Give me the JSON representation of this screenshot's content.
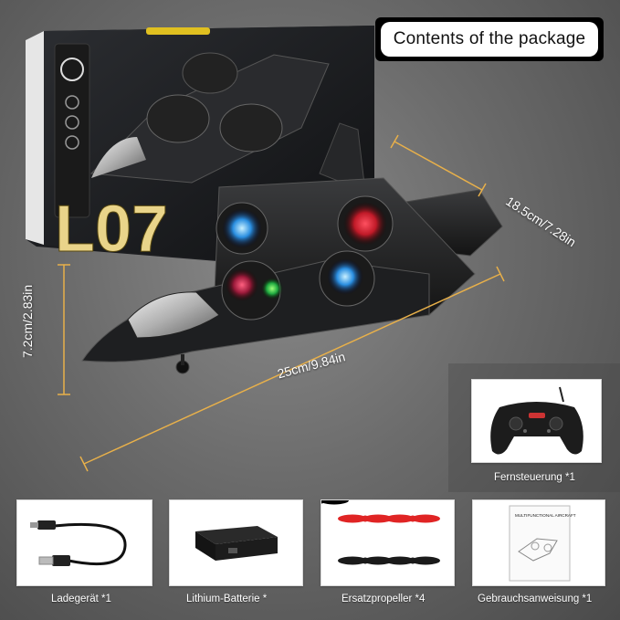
{
  "header": {
    "badge_text": "Contents of the package"
  },
  "box": {
    "model_text": "L07"
  },
  "dimensions": {
    "width": "25cm/9.84in",
    "length": "18.5cm/7.28in",
    "height": "7.2cm/2.83in"
  },
  "contents": [
    {
      "label": "Fernsteuerung *1",
      "icon": "remote-control-icon"
    },
    {
      "label": "Ladegerät *1",
      "icon": "usb-charger-icon"
    },
    {
      "label": "Lithium-Batterie *",
      "icon": "battery-icon"
    },
    {
      "label": "Ersatzpropeller *4",
      "icon": "propeller-icon"
    },
    {
      "label": "Gebrauchsanweisung *1",
      "icon": "manual-icon"
    }
  ],
  "manual": {
    "cover_title": "MULTIFUNCTIONAL AIRCRAFT"
  },
  "colors": {
    "propeller_red": "#e02424",
    "propeller_black": "#1a1a1a",
    "led_red": "#ff2a3a",
    "led_green": "#2aff5a",
    "led_blue": "#3ab4ff",
    "dim_line": "#e8b04a"
  }
}
